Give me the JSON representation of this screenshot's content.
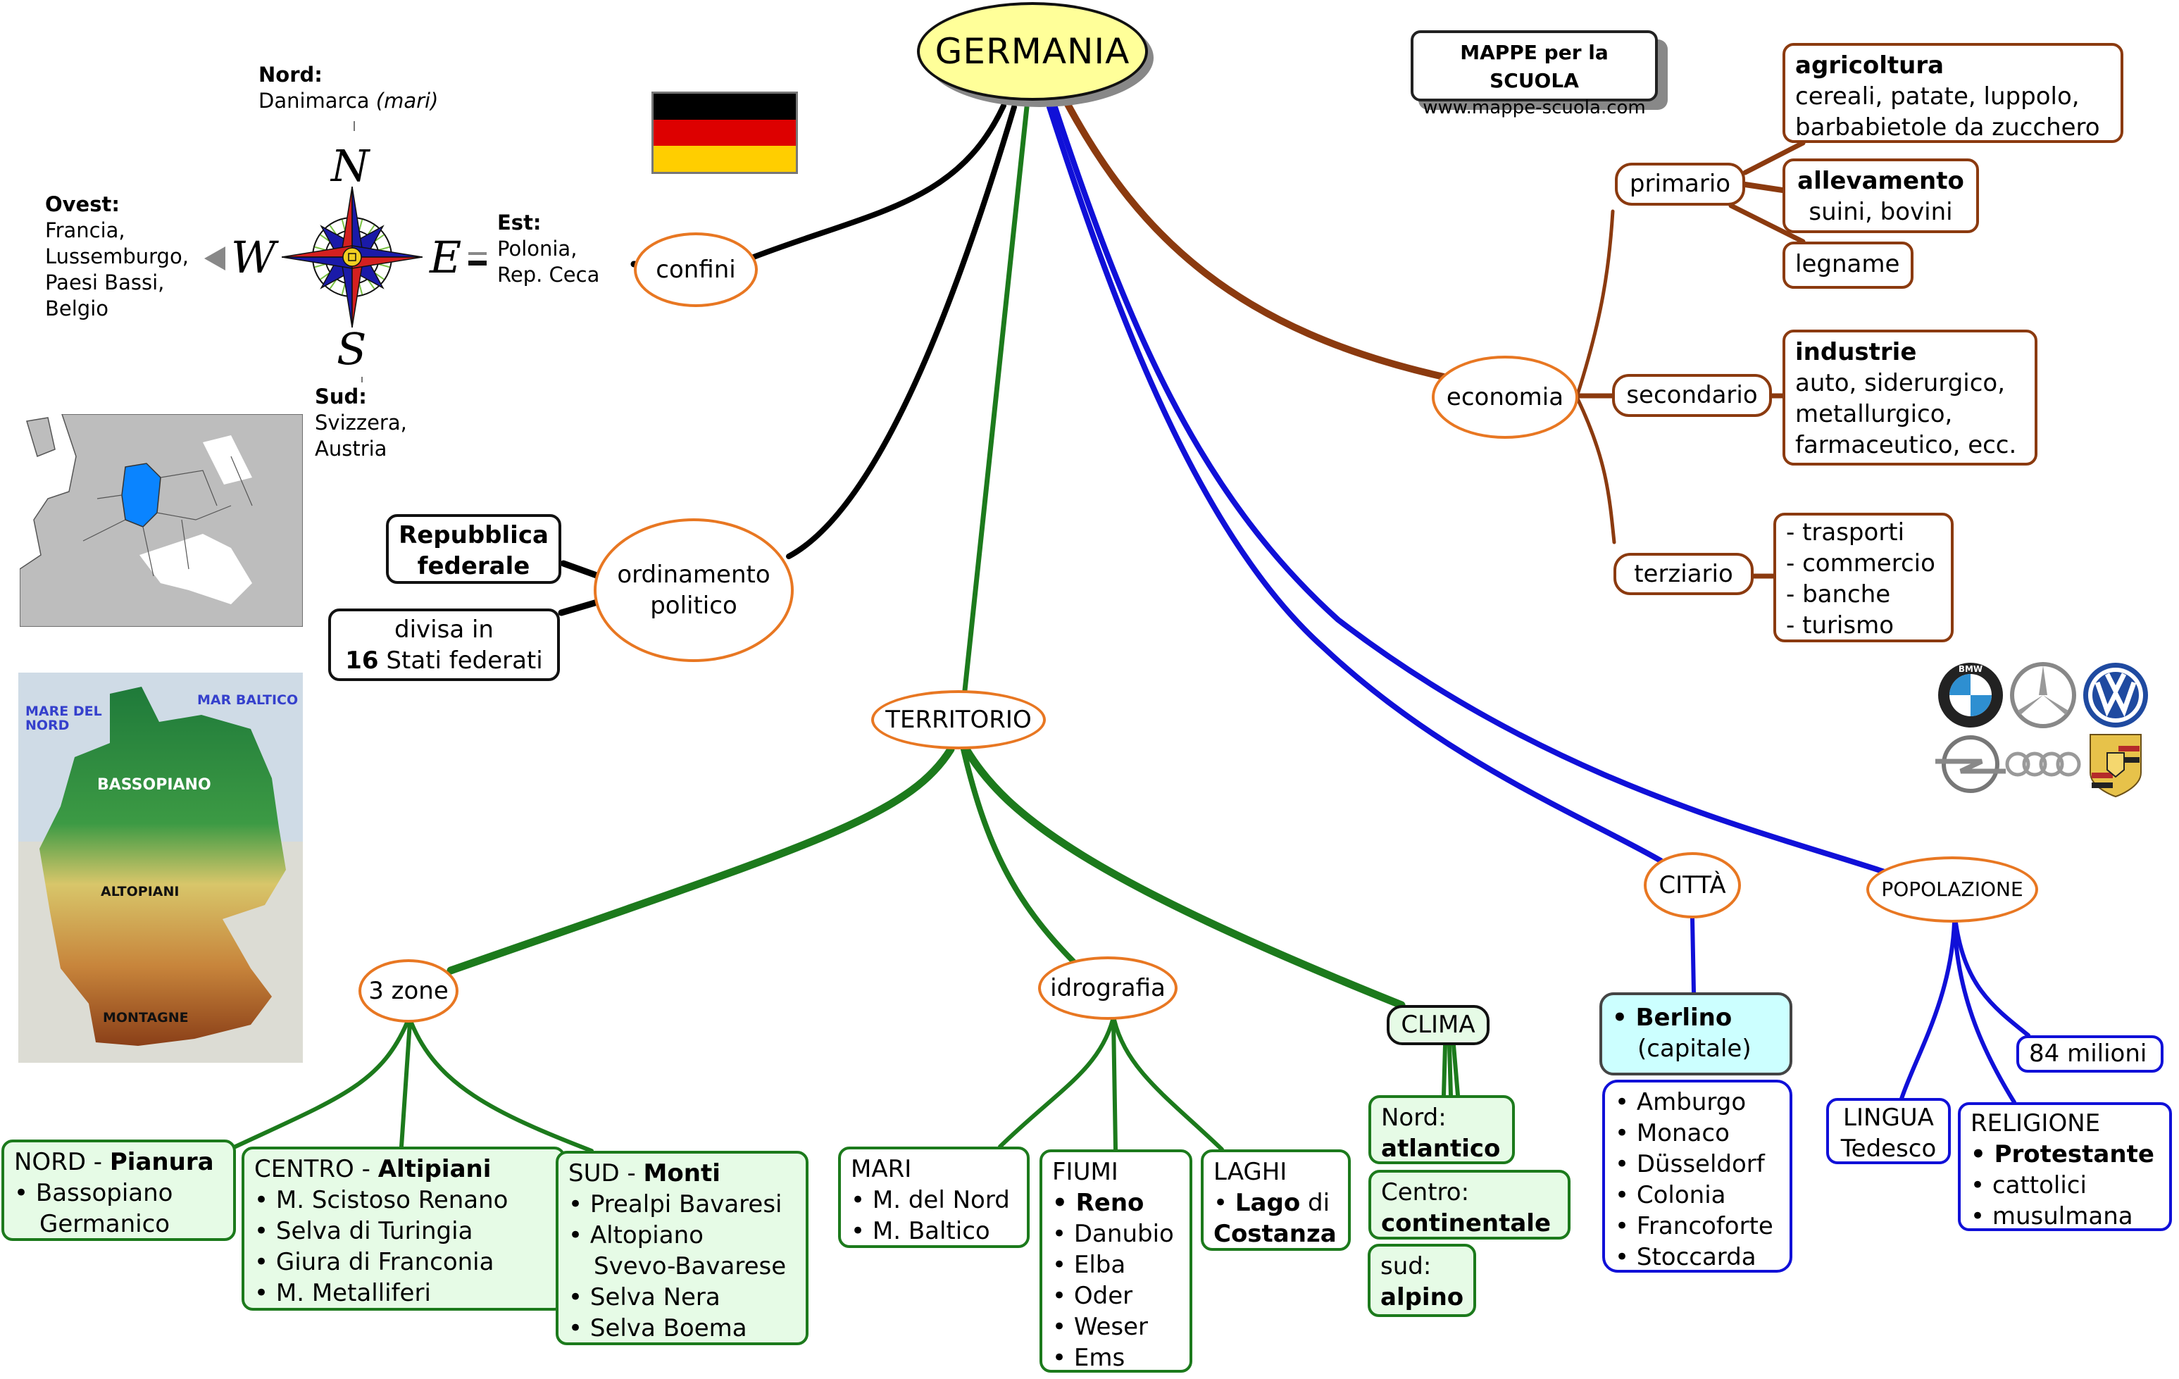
{
  "title": "GERMANIA",
  "brand": {
    "name": "MAPPE per la SCUOLA",
    "url": "www.mappe-scuola.com"
  },
  "colors": {
    "central_fill": "#ffff99",
    "node_outline": "#e87722",
    "economy_branch": "#8b3a0f",
    "territory_branch": "#1c7a1c",
    "city_branch": "#1010d8",
    "politics_branch": "#000000",
    "flag": [
      "#000000",
      "#dd0000",
      "#ffce00"
    ]
  },
  "confini": {
    "label": "confini",
    "nord": {
      "head": "Nord:",
      "text": "Danimarca",
      "note": "(mari)"
    },
    "ovest": {
      "head": "Ovest:",
      "lines": [
        "Francia,",
        "Lussemburgo,",
        "Paesi Bassi,",
        "Belgio"
      ]
    },
    "est": {
      "head": "Est:",
      "lines": [
        "Polonia,",
        "Rep. Ceca"
      ]
    },
    "sud": {
      "head": "Sud:",
      "lines": [
        "Svizzera,",
        "Austria"
      ]
    },
    "compass": {
      "n": "N",
      "s": "S",
      "e": "E",
      "w": "W"
    }
  },
  "ordinamento": {
    "label_1": "ordinamento",
    "label_2": "politico",
    "repubblica_1": "Repubblica",
    "repubblica_2": "federale",
    "divisa_1": "divisa in",
    "divisa_num": "16",
    "divisa_2": " Stati federati"
  },
  "maps": {
    "europe": "europe-map-germany-highlighted",
    "physical": {
      "mare_nord_1": "MARE DEL",
      "mare_nord_2": "NORD",
      "mar_baltico": "MAR BALTICO",
      "bassopiano": "BASSOPIANO",
      "altopiani": "ALTOPIANI",
      "montagne": "MONTAGNE"
    }
  },
  "territorio": {
    "label": "TERRITORIO",
    "zone": {
      "label": "3 zone",
      "nord": {
        "head": "NORD - ",
        "bold": "Pianura",
        "items": [
          "Bassopiano",
          "Germanico"
        ]
      },
      "centro": {
        "head": "CENTRO - ",
        "bold": "Altipiani",
        "items": [
          "M. Scistoso Renano",
          "Selva di Turingia",
          "Giura di Franconia",
          "M. Metalliferi"
        ]
      },
      "sud": {
        "head": "SUD - ",
        "bold": "Monti",
        "items": [
          "Prealpi Bavaresi",
          "Altopiano",
          "Svevo-Bavarese",
          "Selva Nera",
          "Selva Boema"
        ]
      }
    },
    "idrografia": {
      "label": "idrografia",
      "mari": {
        "head": "MARI",
        "items": [
          "M. del Nord",
          "M. Baltico"
        ]
      },
      "fiumi": {
        "head": "FIUMI",
        "bold_item": "Reno",
        "items": [
          "Danubio",
          "Elba",
          "Oder",
          "Weser",
          "Ems"
        ]
      },
      "laghi": {
        "head": "LAGHI",
        "bold_1": "Lago",
        "plain": " di",
        "bold_2": "Costanza"
      }
    },
    "clima": {
      "label": "CLIMA",
      "nord": {
        "head": "Nord:",
        "value": "atlantico"
      },
      "centro": {
        "head": "Centro:",
        "value": "continentale"
      },
      "sud": {
        "head": "sud:",
        "value": "alpino"
      }
    }
  },
  "economia": {
    "label": "economia",
    "primario": {
      "label": "primario",
      "agricoltura": {
        "head": "agricoltura",
        "line_1": "cereali, patate, luppolo,",
        "line_2": "barbabietole da zucchero"
      },
      "allevamento": {
        "head": "allevamento",
        "line_1": "suini, bovini"
      },
      "legname": "legname"
    },
    "secondario": {
      "label": "secondario",
      "industrie": {
        "head": "industrie",
        "lines": [
          "auto, siderurgico,",
          "metallurgico,",
          "farmaceutico, ecc."
        ]
      }
    },
    "terziario": {
      "label": "terziario",
      "items": [
        "- trasporti",
        "- commercio",
        "- banche",
        "- turismo"
      ]
    },
    "logos": [
      "BMW",
      "Mercedes-Benz",
      "Volkswagen",
      "Opel",
      "Audi",
      "Porsche"
    ]
  },
  "citta": {
    "label": "CITTÀ",
    "capitale": {
      "name": "Berlino",
      "note": "(capitale)"
    },
    "altre": [
      "Amburgo",
      "Monaco",
      "Düsseldorf",
      "Colonia",
      "Francoforte",
      "Stoccarda"
    ]
  },
  "popolazione": {
    "label": "POPOLAZIONE",
    "numero": "84 milioni",
    "lingua": {
      "head": "LINGUA",
      "value": "Tedesco"
    },
    "religione": {
      "head": "RELIGIONE",
      "bold_item": "Protestante",
      "items": [
        "cattolici",
        "musulmana"
      ]
    }
  }
}
